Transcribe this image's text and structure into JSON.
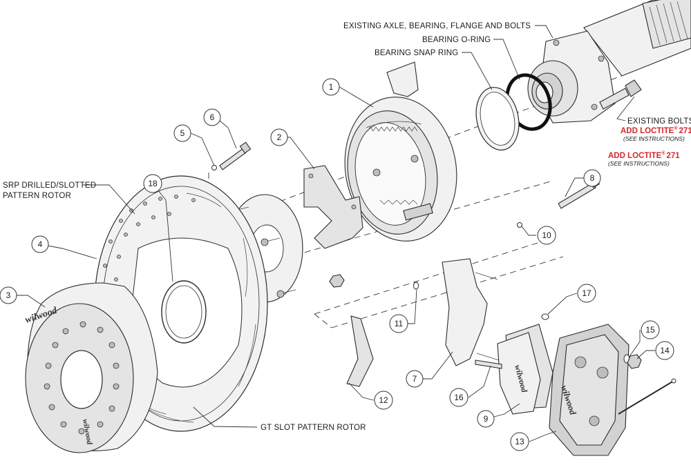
{
  "callouts": [
    {
      "id": "1",
      "text": "1"
    },
    {
      "id": "2",
      "text": "2"
    },
    {
      "id": "3",
      "text": "3"
    },
    {
      "id": "4",
      "text": "4"
    },
    {
      "id": "5",
      "text": "5"
    },
    {
      "id": "6",
      "text": "6"
    },
    {
      "id": "7",
      "text": "7"
    },
    {
      "id": "8",
      "text": "8"
    },
    {
      "id": "9",
      "text": "9"
    },
    {
      "id": "10",
      "text": "10"
    },
    {
      "id": "11",
      "text": "11"
    },
    {
      "id": "12",
      "text": "12"
    },
    {
      "id": "13",
      "text": "13"
    },
    {
      "id": "14",
      "text": "14"
    },
    {
      "id": "15",
      "text": "15"
    },
    {
      "id": "16",
      "text": "16"
    },
    {
      "id": "17",
      "text": "17"
    },
    {
      "id": "18",
      "text": "18"
    }
  ],
  "labels": {
    "existing_axle": "EXISTING AXLE, BEARING, FLANGE AND BOLTS",
    "bearing_oring": "BEARING O-RING",
    "bearing_snap_ring": "BEARING SNAP RING",
    "existing_bolts": "EXISTING BOLTS",
    "add_loctite_bolts": "ADD LOCTITE",
    "loctite_reg_bolts": "®",
    "loctite_num_bolts": "271",
    "see_instructions_bolts": "(SEE INSTRUCTIONS)",
    "add_loctite_8": "ADD LOCTITE",
    "loctite_reg_8": "®",
    "loctite_num_8": "271",
    "see_instructions_8": "(SEE INSTRUCTIONS)",
    "srp_rotor_line1": "SRP DRILLED/SLOTTED",
    "srp_rotor_line2": "PATTERN ROTOR",
    "gt_slot_rotor": "GT SLOT PATTERN ROTOR"
  },
  "logos": {
    "drum_face": "wilwood",
    "drum_rim": "wilwood",
    "pad": "wilwood",
    "caliper": "wilwood"
  },
  "colors": {
    "accent_red": "#d4282a",
    "line": "#2a2a2a"
  }
}
